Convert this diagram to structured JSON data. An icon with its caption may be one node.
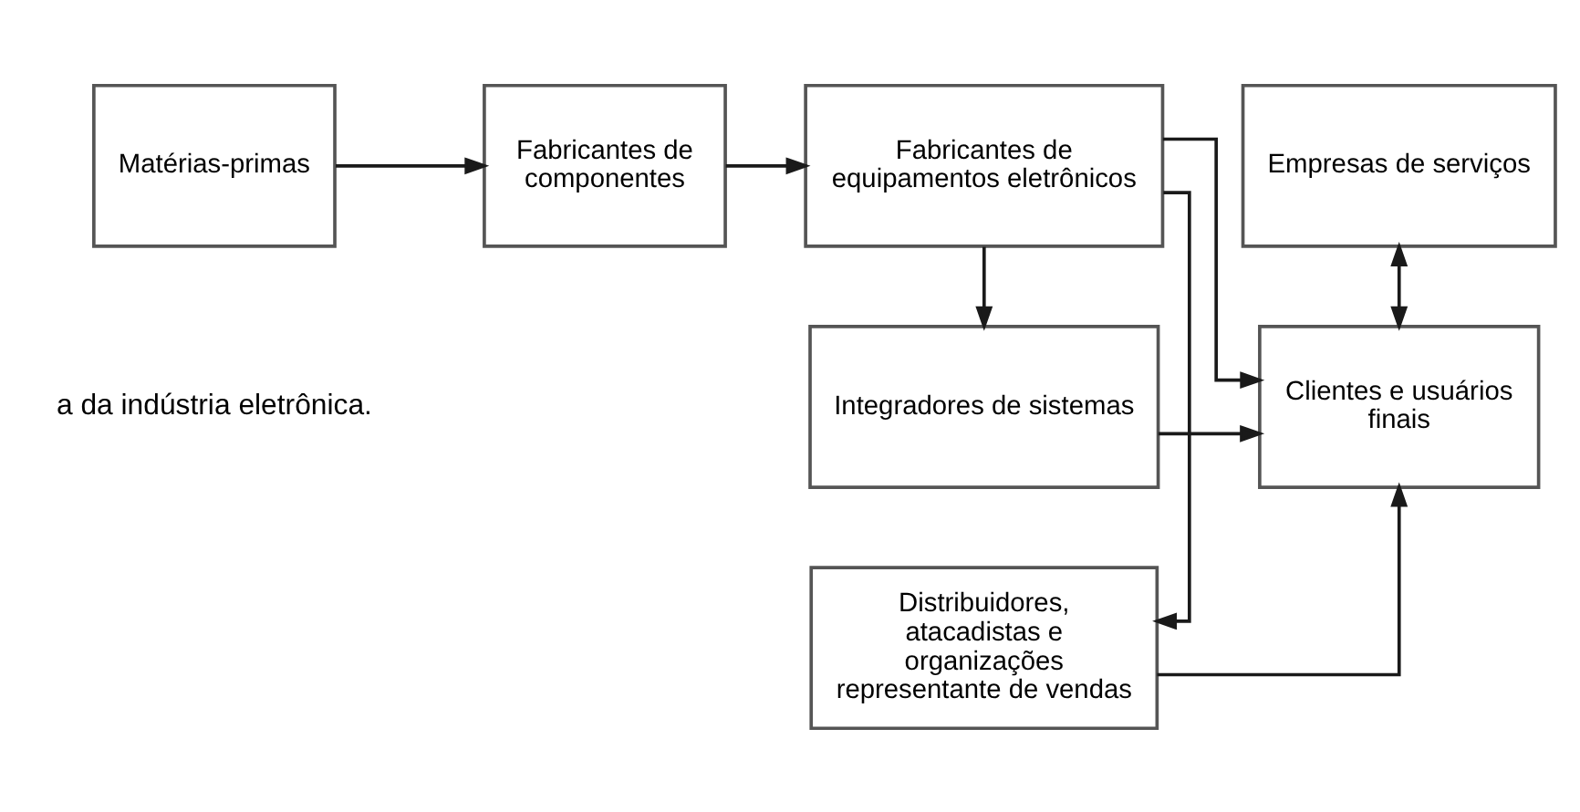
{
  "diagram": {
    "nodes": [
      {
        "text": [
          "Matérias-primas"
        ]
      },
      {
        "text": [
          "Fabricantes de componentes"
        ]
      },
      {
        "text": [
          "Fabricantes de equipamentos eletrônicos"
        ]
      },
      {
        "text": [
          "Distribuidores, atacadistas e organizações representante de vendas"
        ]
      },
      {
        "text": [
          "Empresas de serviços"
        ]
      },
      {
        "text": [
          "Clientes e usuários finais"
        ]
      },
      {
        "text": [
          "Integradores de sistemas"
        ]
      }
    ],
    "edges": [
      {
        "from": 0,
        "to": 1,
        "arrow": "to"
      },
      {
        "from": 1,
        "to": 2,
        "arrow": "to"
      },
      {
        "from": 2,
        "to": 3,
        "arrow": "to"
      },
      {
        "from": 2,
        "to": 6,
        "arrow": "to"
      },
      {
        "from": 3,
        "to": 5,
        "arrow": "to"
      },
      {
        "from": 2,
        "to": 5,
        "arrow": "to"
      },
      {
        "from": 6,
        "to": 5,
        "arrow": "to"
      },
      {
        "from": 4,
        "to": 5,
        "arrow": "both"
      }
    ],
    "labels": [
      "a da indústria eletrônica."
    ]
  }
}
